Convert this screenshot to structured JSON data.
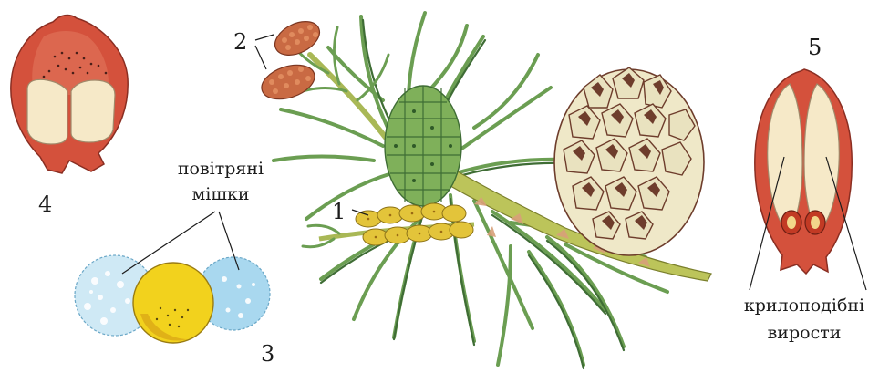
{
  "labels": {
    "n1": "1",
    "n2": "2",
    "n3": "3",
    "n4": "4",
    "n5": "5",
    "air_sacs_line1": "повітряні",
    "air_sacs_line2": "мішки",
    "wings_line1": "крилоподібні",
    "wings_line2": "вирости"
  },
  "colors": {
    "needle": "#6b9e52",
    "needle_dark": "#3f6d35",
    "branch": "#bcc45a",
    "green_cone": "#7fb05a",
    "mature_cone": "#e9e2bf",
    "mature_cone_dark": "#6e3d2c",
    "male_cone": "#e3c43a",
    "young_cone": "#c96a43",
    "seed_scale": "#d4513c",
    "ovule": "#f6e9c8",
    "pollen_body": "#f2d21d",
    "air_sac": "#a9d8ef",
    "text": "#1c1c1c"
  }
}
